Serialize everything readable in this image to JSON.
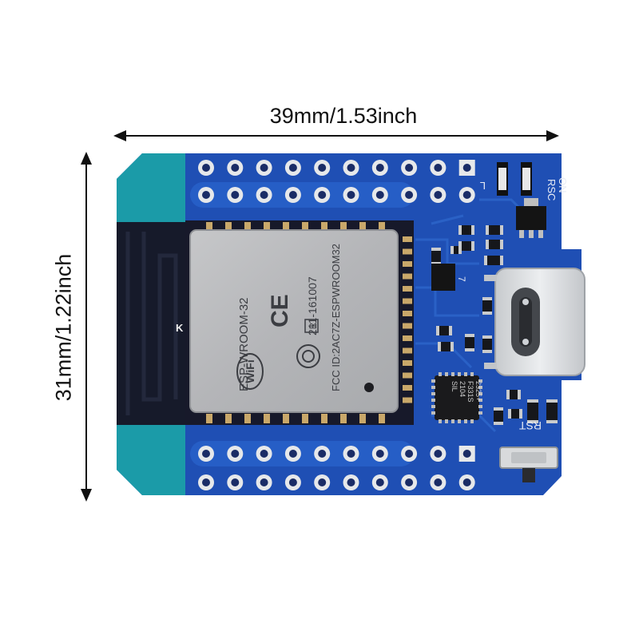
{
  "dimensions": {
    "width_label": "39mm/1.53inch",
    "height_label": "31mm/1.22inch"
  },
  "board": {
    "module_model": "ESP-WROOM-32",
    "module_code": "211-161007",
    "fcc_id": "FCC ID:2AC7Z-ESPWROOM32",
    "wifi_logo_text": "WiFi",
    "ce_mark": "CE",
    "registered_mark": "R",
    "antenna_marker": "K",
    "chip_markings": [
      "SIL",
      "2104",
      "F331S",
      "2325+"
    ],
    "silkscreen_top": [
      "RSC",
      "ON"
    ],
    "silkscreen_bottom": "RST",
    "silkscreen_small": [
      "L",
      "7"
    ]
  },
  "colors": {
    "pcb": "#1f4fb4",
    "pcb_dark": "#173f96",
    "antenna_teal": "#1c9eaa",
    "module_shield": "#b8b9bb",
    "usb_metal": "#d7d9dc",
    "dimension_line": "#111111"
  }
}
